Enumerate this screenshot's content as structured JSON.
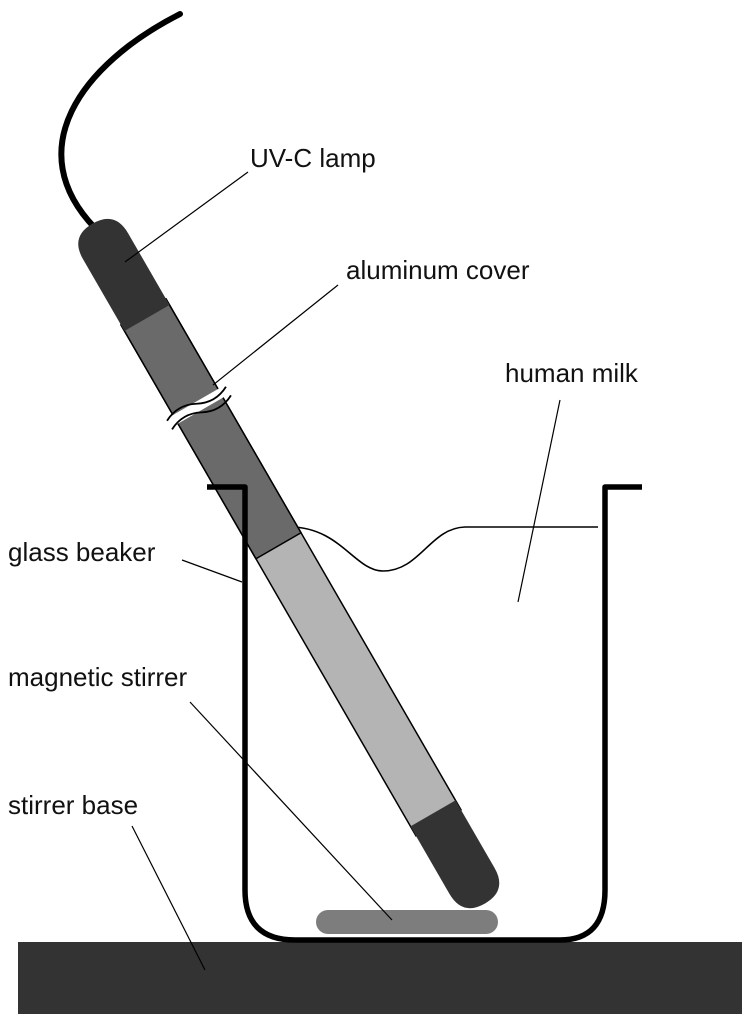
{
  "labels": {
    "uv_lamp": "UV-C lamp",
    "aluminum_cover": "aluminum cover",
    "human_milk": "human milk",
    "glass_beaker": "glass beaker",
    "magnetic_stirrer": "magnetic stirrer",
    "stirrer_base": "stirrer base"
  },
  "colors": {
    "lamp_cap": "#333333",
    "aluminum_cover": "#6a6a6a",
    "lamp_tube": "#b4b4b4",
    "stirrer_bar": "#7d7d7d",
    "stirrer_base": "#333333",
    "outline": "#000000"
  }
}
